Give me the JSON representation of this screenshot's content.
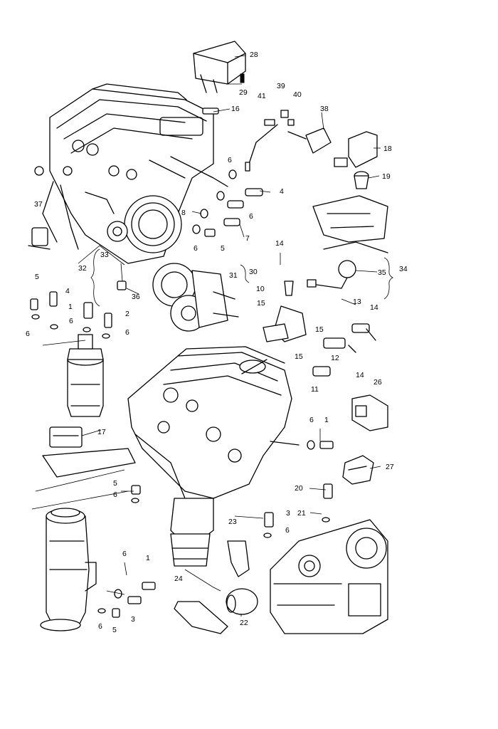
{
  "callouts": [
    {
      "id": "c28",
      "text": "28"
    },
    {
      "id": "c29",
      "text": "29"
    },
    {
      "id": "c39",
      "text": "39"
    },
    {
      "id": "c40",
      "text": "40"
    },
    {
      "id": "c41",
      "text": "41"
    },
    {
      "id": "c38",
      "text": "38"
    },
    {
      "id": "c16",
      "text": "16"
    },
    {
      "id": "c18",
      "text": "18"
    },
    {
      "id": "c19",
      "text": "19"
    },
    {
      "id": "c6a",
      "text": "6"
    },
    {
      "id": "c4a",
      "text": "4"
    },
    {
      "id": "c6b",
      "text": "6"
    },
    {
      "id": "c8",
      "text": "8"
    },
    {
      "id": "c7",
      "text": "7"
    },
    {
      "id": "c6c",
      "text": "6"
    },
    {
      "id": "c5a",
      "text": "5"
    },
    {
      "id": "c37",
      "text": "37"
    },
    {
      "id": "c33",
      "text": "33"
    },
    {
      "id": "c32",
      "text": "32"
    },
    {
      "id": "c14a",
      "text": "14"
    },
    {
      "id": "c30",
      "text": "30"
    },
    {
      "id": "c31",
      "text": "31"
    },
    {
      "id": "c34",
      "text": "34"
    },
    {
      "id": "c35",
      "text": "35"
    },
    {
      "id": "c10",
      "text": "10"
    },
    {
      "id": "c15a",
      "text": "15"
    },
    {
      "id": "c13",
      "text": "13"
    },
    {
      "id": "c14b",
      "text": "14"
    },
    {
      "id": "c5b",
      "text": "5"
    },
    {
      "id": "c4b",
      "text": "4"
    },
    {
      "id": "c1a",
      "text": "1"
    },
    {
      "id": "c2",
      "text": "2"
    },
    {
      "id": "c36",
      "text": "36"
    },
    {
      "id": "c6d",
      "text": "6"
    },
    {
      "id": "c6e",
      "text": "6"
    },
    {
      "id": "c6f",
      "text": "6"
    },
    {
      "id": "c15b",
      "text": "15"
    },
    {
      "id": "c12",
      "text": "12"
    },
    {
      "id": "c15c",
      "text": "15"
    },
    {
      "id": "c11",
      "text": "11"
    },
    {
      "id": "c14c",
      "text": "14"
    },
    {
      "id": "c26",
      "text": "26"
    },
    {
      "id": "c17",
      "text": "17"
    },
    {
      "id": "c6g",
      "text": "6"
    },
    {
      "id": "c1b",
      "text": "1"
    },
    {
      "id": "c27",
      "text": "27"
    },
    {
      "id": "c5c",
      "text": "5"
    },
    {
      "id": "c6h",
      "text": "6"
    },
    {
      "id": "c20",
      "text": "20"
    },
    {
      "id": "c23",
      "text": "23"
    },
    {
      "id": "c3a",
      "text": "3"
    },
    {
      "id": "c21",
      "text": "21"
    },
    {
      "id": "c6i",
      "text": "6"
    },
    {
      "id": "c6j",
      "text": "6"
    },
    {
      "id": "c1c",
      "text": "1"
    },
    {
      "id": "c24",
      "text": "24"
    },
    {
      "id": "c6k",
      "text": "6"
    },
    {
      "id": "c5d",
      "text": "5"
    },
    {
      "id": "c3b",
      "text": "3"
    },
    {
      "id": "c22",
      "text": "22"
    }
  ]
}
